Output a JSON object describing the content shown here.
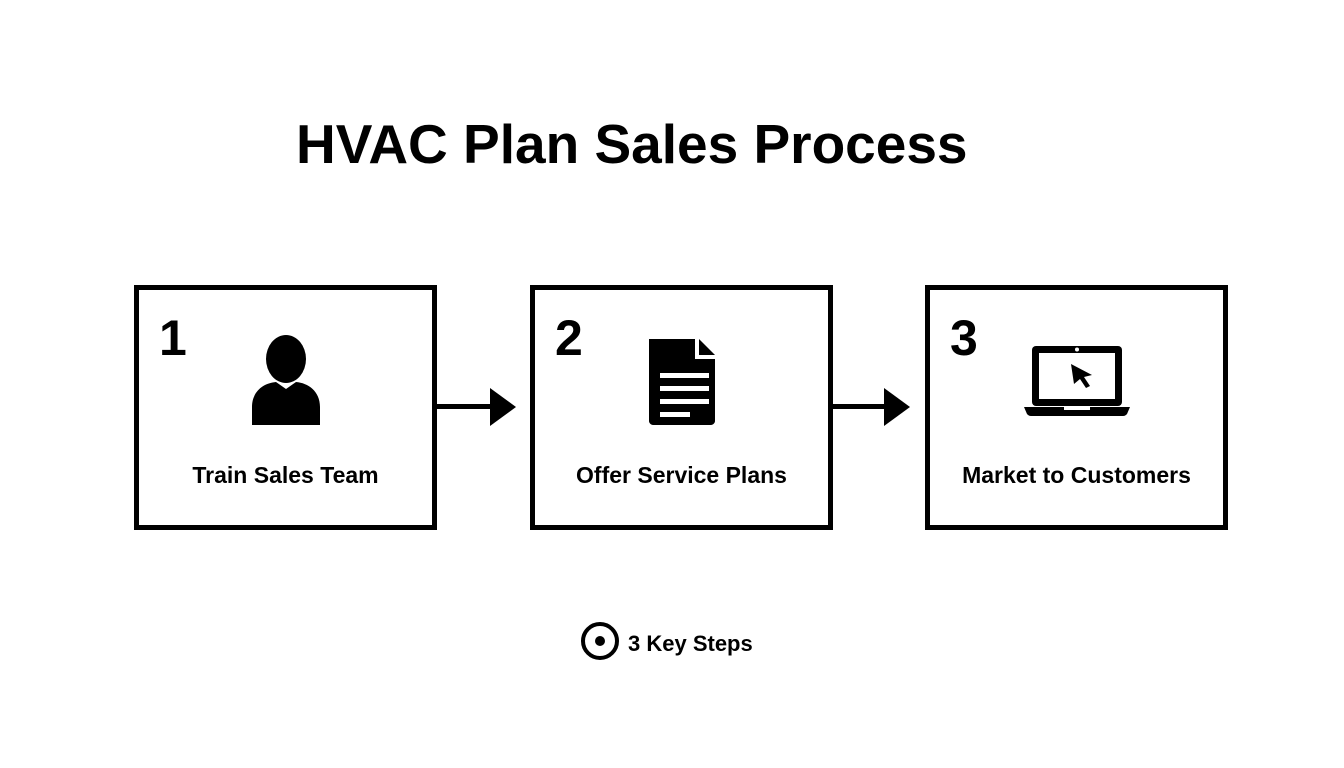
{
  "title": "HVAC Plan Sales Process",
  "steps": [
    {
      "number": "1",
      "label": "Train Sales Team",
      "icon": "person-icon"
    },
    {
      "number": "2",
      "label": "Offer Service Plans",
      "icon": "document-icon"
    },
    {
      "number": "3",
      "label": "Market to Customers",
      "icon": "laptop-cursor-icon"
    }
  ],
  "footer": {
    "icon": "target-icon",
    "label": "3 Key Steps"
  },
  "colors": {
    "stroke": "#000000",
    "background": "#ffffff"
  }
}
